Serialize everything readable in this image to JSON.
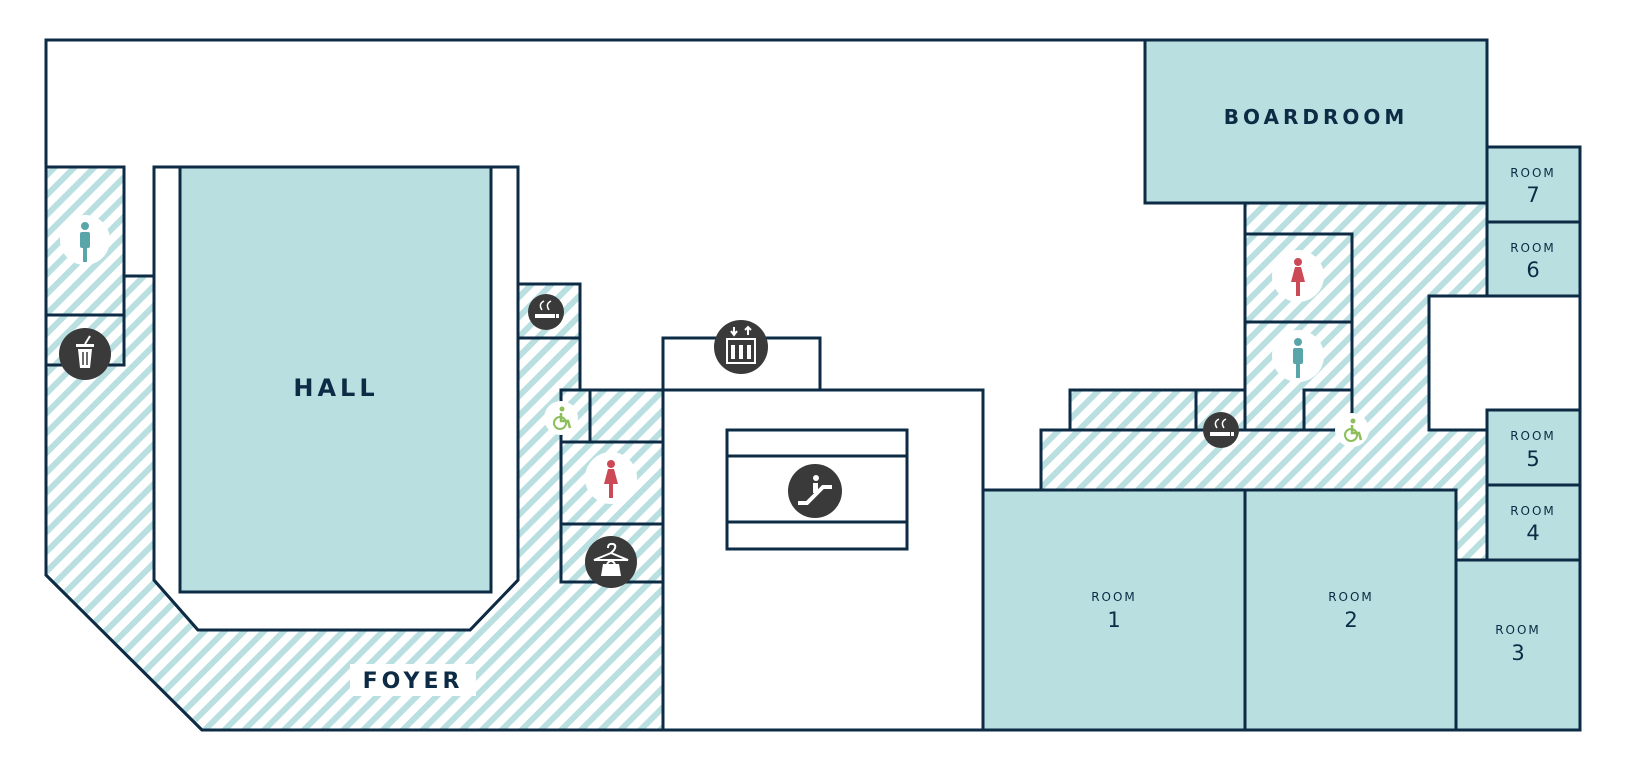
{
  "rooms": {
    "hall": "HALL",
    "foyer": "FOYER",
    "boardroom": "BOARDROOM",
    "room1": {
      "label": "ROOM",
      "num": "1"
    },
    "room2": {
      "label": "ROOM",
      "num": "2"
    },
    "room3": {
      "label": "ROOM",
      "num": "3"
    },
    "room4": {
      "label": "ROOM",
      "num": "4"
    },
    "room5": {
      "label": "ROOM",
      "num": "5"
    },
    "room6": {
      "label": "ROOM",
      "num": "6"
    },
    "room7": {
      "label": "ROOM",
      "num": "7"
    }
  },
  "icons": [
    "male-restroom-icon",
    "female-restroom-icon",
    "accessible-restroom-icon",
    "smoking-area-icon",
    "elevator-icon",
    "escalator-icon",
    "cloakroom-icon",
    "trash-bin-icon"
  ],
  "colors": {
    "wall": "#0d2b45",
    "room_fill": "#b9dfe0",
    "hatch": "#b9dfe0",
    "icon_dark": "#3a3a3a",
    "male": "#5aa5aa",
    "female": "#cc4a56",
    "accessible": "#8cbf5a"
  }
}
